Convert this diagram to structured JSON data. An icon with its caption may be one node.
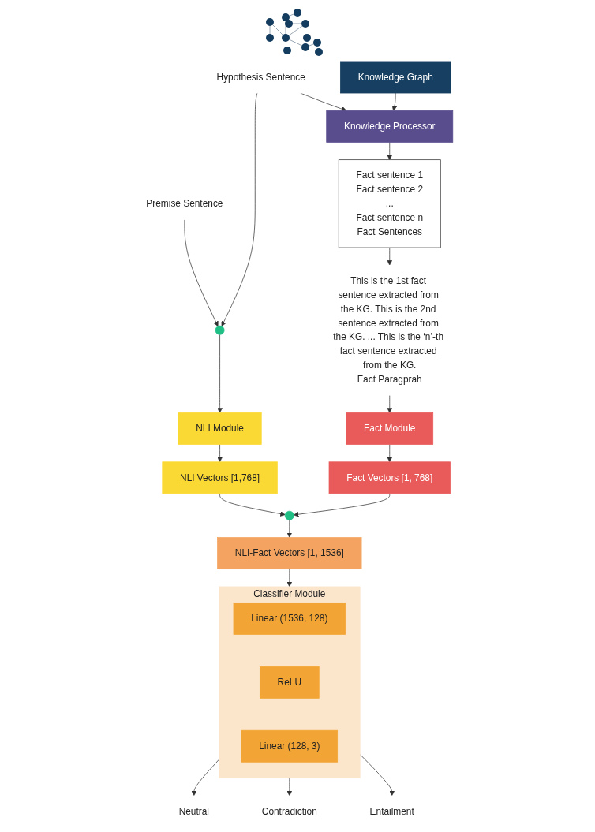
{
  "diagram": {
    "nodes": [
      {
        "text": [
          "Knowledge Graph"
        ]
      },
      {
        "text": [
          "Premise Sentence"
        ]
      },
      {
        "text": [
          "Hypothesis Sentence"
        ]
      },
      {
        "text": [
          "Knowledge Processor"
        ]
      },
      {
        "text": [
          "Fact sentence 1",
          "Fact sentence 2",
          "...",
          "Fact sentence n",
          "Fact Sentences"
        ]
      },
      {
        "text": [
          "This is the 1st fact sentence extracted from the KG. This is the 2nd sentence extracted from the KG. ... This is the ‘n’-th fact sentence extracted from the KG.",
          "Fact Paragprah"
        ]
      },
      {
        "text": [],
        "shape": "circle"
      },
      {
        "text": [
          "NLI Module"
        ]
      },
      {
        "text": [
          "Fact Module"
        ]
      },
      {
        "text": [
          "NLI Vectors [1,768]"
        ]
      },
      {
        "text": [
          "Fact Vectors [1, 768]"
        ]
      },
      {
        "text": [],
        "shape": "circle"
      },
      {
        "text": [
          "NLI-Fact Vectors [1, 1536]"
        ]
      },
      {
        "text": [
          "Classifier Module"
        ]
      },
      {
        "text": [
          "Linear (1536, 128)"
        ],
        "in": 13
      },
      {
        "text": [
          "ReLU"
        ],
        "in": 13
      },
      {
        "text": [
          "Linear (128, 3)"
        ],
        "in": 13
      },
      {
        "text": [
          "Entailment"
        ]
      },
      {
        "text": [
          "Contradiction"
        ]
      },
      {
        "text": [
          "Neutral"
        ]
      }
    ],
    "edges": [
      {
        "from": 0,
        "to": 3,
        "arrow": "to"
      },
      {
        "from": 2,
        "to": 3,
        "arrow": "to"
      },
      {
        "from": 3,
        "to": 4,
        "arrow": "to"
      },
      {
        "from": 4,
        "to": 5,
        "arrow": "to"
      },
      {
        "from": 1,
        "to": 6,
        "arrow": "to"
      },
      {
        "from": 2,
        "to": 6,
        "arrow": "to"
      },
      {
        "from": 6,
        "to": 7,
        "arrow": "to"
      },
      {
        "from": 5,
        "to": 8,
        "arrow": "to"
      },
      {
        "from": 7,
        "to": 9,
        "arrow": "to"
      },
      {
        "from": 8,
        "to": 10,
        "arrow": "to"
      },
      {
        "from": 9,
        "to": 11,
        "arrow": "to"
      },
      {
        "from": 10,
        "to": 11,
        "arrow": "to"
      },
      {
        "from": 11,
        "to": 12,
        "arrow": "to"
      },
      {
        "from": 12,
        "to": 13,
        "arrow": "to"
      },
      {
        "from": 13,
        "to": 17,
        "arrow": "to"
      },
      {
        "from": 13,
        "to": 18,
        "arrow": "to"
      },
      {
        "from": 13,
        "to": 19,
        "arrow": "to"
      }
    ]
  }
}
